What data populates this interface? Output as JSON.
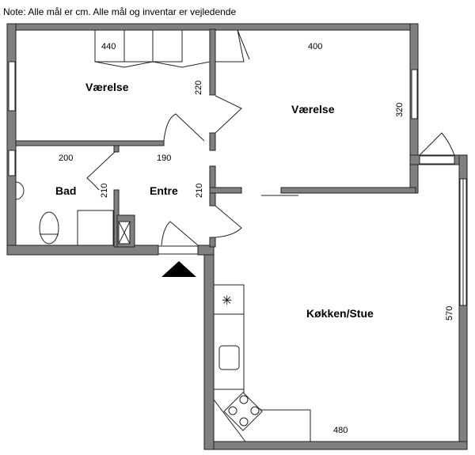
{
  "note": "Note: Alle mål er cm. Alle mål og inventar er vejledende",
  "rooms": [
    {
      "name": "Værelse",
      "width": "440",
      "height": "220"
    },
    {
      "name": "Værelse",
      "width": "400",
      "height": "320"
    },
    {
      "name": "Bad",
      "width": "200",
      "height": "210"
    },
    {
      "name": "Entre",
      "width": "190",
      "height": "210"
    },
    {
      "name": "Køkken/Stue",
      "width": "480",
      "height": "570"
    }
  ]
}
